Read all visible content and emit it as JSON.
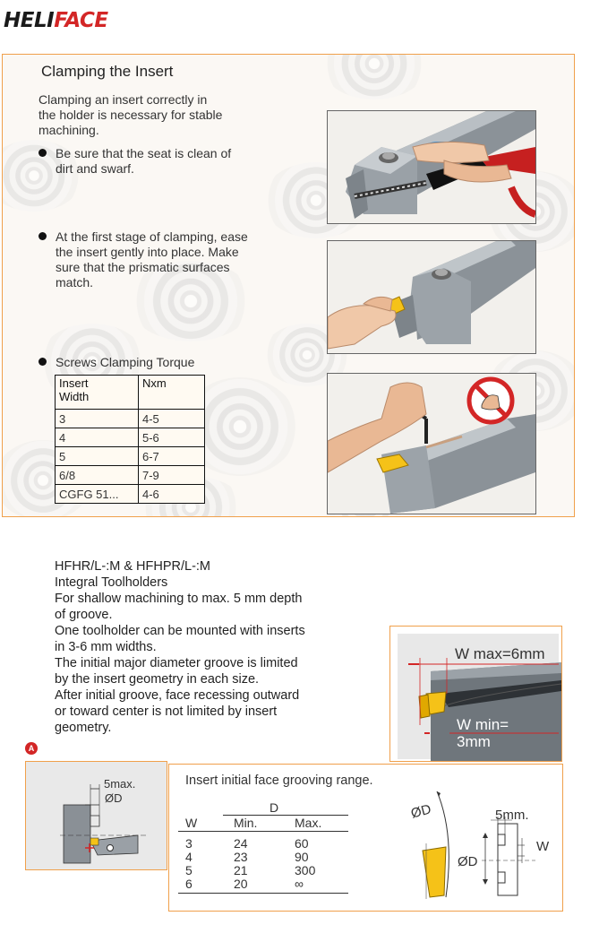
{
  "brand": {
    "part1": "HELI",
    "part2": "FACE"
  },
  "clamping": {
    "title": "Clamping the Insert",
    "intro": [
      "Clamping an insert correctly in",
      "the holder is necessary for stable",
      "machining."
    ],
    "bullet1": [
      "Be sure that the seat is clean of",
      "dirt and swarf."
    ],
    "bullet2": [
      "At the first stage of clamping, ease",
      "the insert gently into place. Make",
      "sure that the prismatic surfaces",
      "match."
    ],
    "bullet3": "Screws Clamping Torque",
    "table": {
      "header": {
        "col1": [
          "Insert",
          "Width"
        ],
        "col2": "Nxm"
      },
      "rows": [
        {
          "width": "3",
          "torque": "4-5"
        },
        {
          "width": "4",
          "torque": "5-6"
        },
        {
          "width": "5",
          "torque": "6-7"
        },
        {
          "width": "6/8",
          "torque": "7-9"
        },
        {
          "width": "CGFG 51...",
          "torque": "4-6"
        }
      ]
    }
  },
  "description": {
    "lines": [
      "HFHR/L-:M & HFHPR/L-:M",
      "Integral Toolholders",
      "For shallow machining to max. 5 mm depth",
      "of groove.",
      "One toolholder can be mounted with inserts",
      "in 3-6 mm widths.",
      "The initial major diameter groove is limited",
      "by the insert geometry in each size.",
      "After initial groove, face recessing outward",
      "or toward center is not limited by insert",
      "geometry."
    ]
  },
  "w_diagram": {
    "wmax": "W max=6mm",
    "wmin_line1": "W min=",
    "wmin_line2": "3mm"
  },
  "marker": "A",
  "small_diagram": {
    "label_max": "5max.",
    "label_d": "ØD"
  },
  "range": {
    "title": "Insert initial face grooving range.",
    "d_header": "D",
    "cols": {
      "w": "W",
      "min": "Min.",
      "max": "Max."
    },
    "rows": [
      {
        "w": "3",
        "min": "24",
        "max": "60"
      },
      {
        "w": "4",
        "min": "23",
        "max": "90"
      },
      {
        "w": "5",
        "min": "21",
        "max": "300"
      },
      {
        "w": "6",
        "min": "20",
        "max": "∞"
      }
    ],
    "diagram": {
      "od_top": "ØD",
      "od_side": "ØD",
      "depth": "5mm.",
      "w": "W"
    }
  },
  "colors": {
    "accent_orange": "#f0a04b",
    "brand_red": "#d32626",
    "insert_yellow": "#f5c218"
  }
}
